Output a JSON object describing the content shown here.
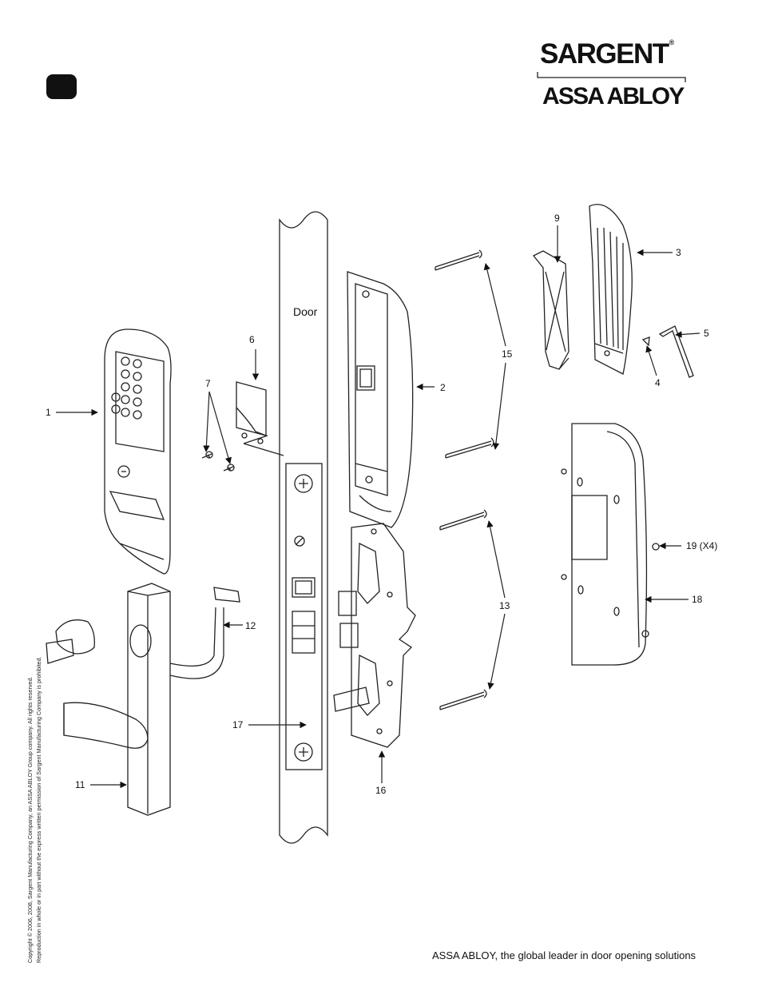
{
  "brand": {
    "name": "SARGENT",
    "registered_mark": "®",
    "parent": "ASSA ABLOY"
  },
  "footer": {
    "copyright_line1": "Copyright © 2006, 2008, Sargent Manufacturing Company, an ASSA ABLOY Group company. All rights reserved.",
    "copyright_line2": "Reproduction in whole or in part without the express written permission of Sargent Manufacturing Company is prohibited.",
    "tagline": "ASSA ABLOY, the global leader in door opening solutions"
  },
  "diagram": {
    "door_label": "Door",
    "callouts": {
      "c1": "1",
      "c2": "2",
      "c3": "3",
      "c4": "4",
      "c5": "5",
      "c6": "6",
      "c7": "7",
      "c9": "9",
      "c11": "11",
      "c12": "12",
      "c13": "13",
      "c15": "15",
      "c16": "16",
      "c17": "17",
      "c18": "18",
      "c19": "19 (X4)"
    }
  }
}
